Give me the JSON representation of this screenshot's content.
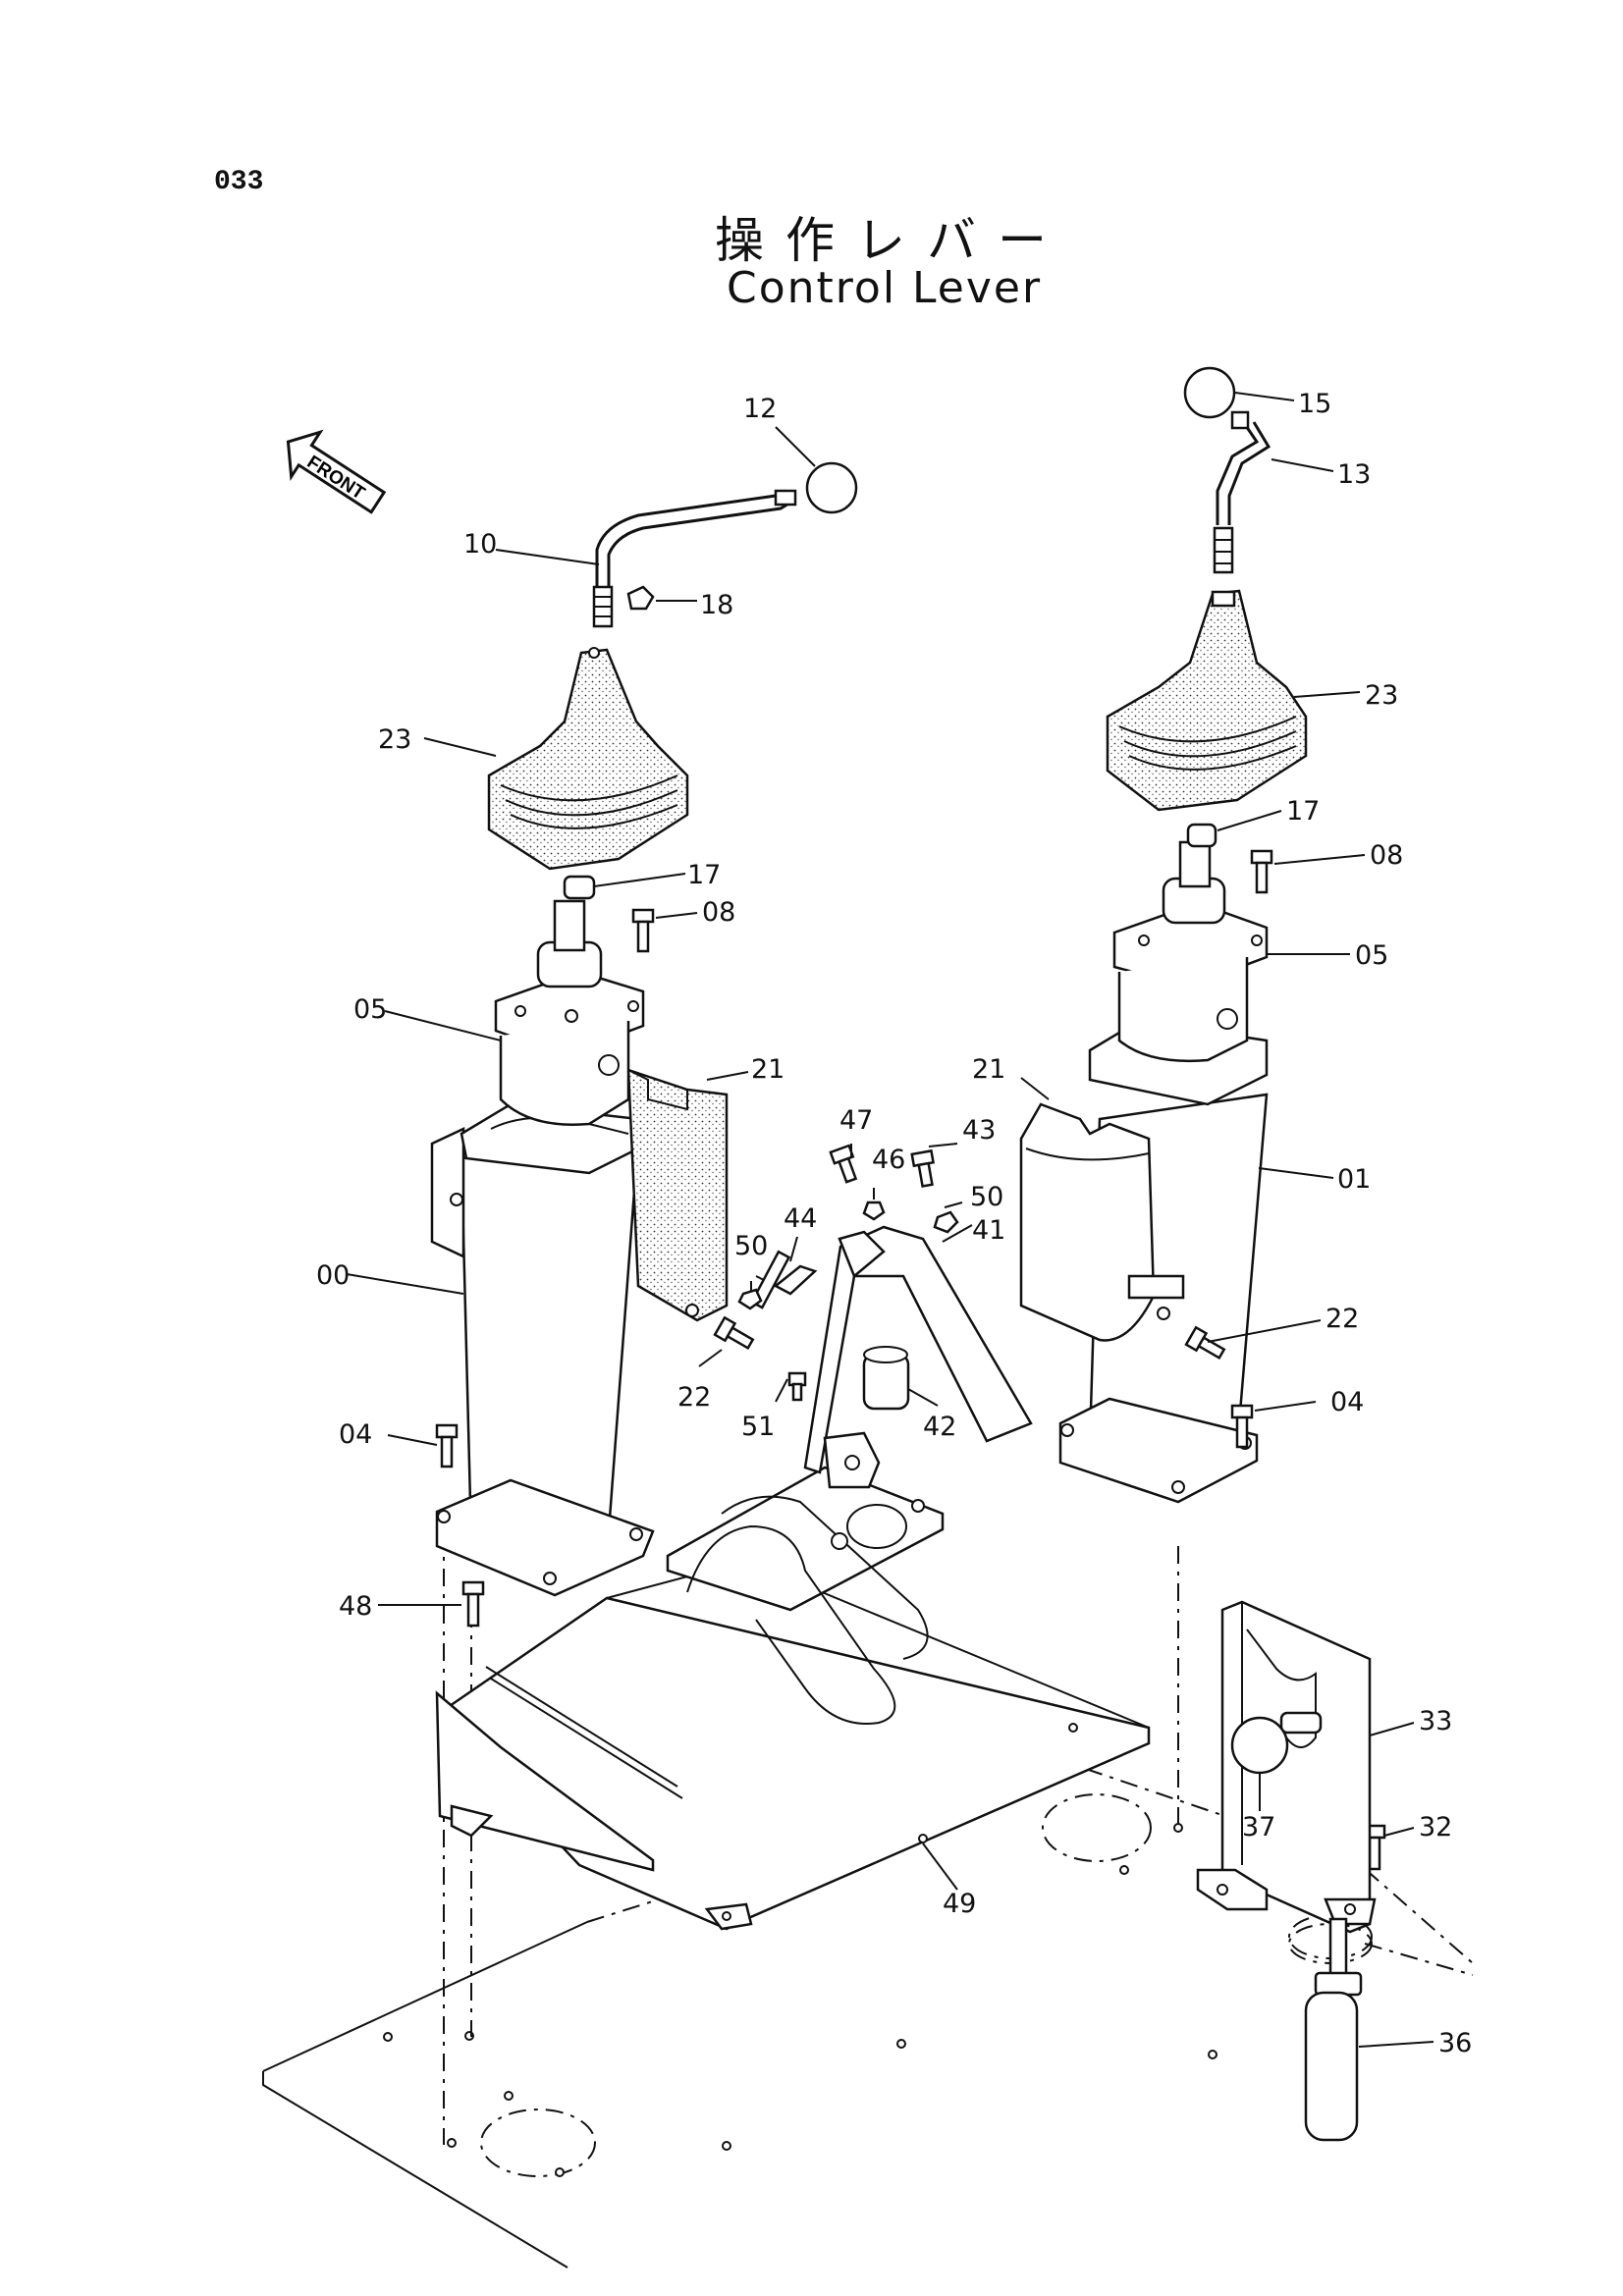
{
  "page": {
    "number": "033"
  },
  "title": {
    "japanese": "操作レバー",
    "english": "Control Lever"
  },
  "front_marker": "FRONT",
  "callouts": [
    {
      "id": "c12",
      "label": "12"
    },
    {
      "id": "c15",
      "label": "15"
    },
    {
      "id": "c13",
      "label": "13"
    },
    {
      "id": "c10",
      "label": "10"
    },
    {
      "id": "c18",
      "label": "18"
    },
    {
      "id": "c23a",
      "label": "23"
    },
    {
      "id": "c23b",
      "label": "23"
    },
    {
      "id": "c17a",
      "label": "17"
    },
    {
      "id": "c17b",
      "label": "17"
    },
    {
      "id": "c08a",
      "label": "08"
    },
    {
      "id": "c08b",
      "label": "08"
    },
    {
      "id": "c05a",
      "label": "05"
    },
    {
      "id": "c05b",
      "label": "05"
    },
    {
      "id": "c21a",
      "label": "21"
    },
    {
      "id": "c21b",
      "label": "21"
    },
    {
      "id": "c47",
      "label": "47"
    },
    {
      "id": "c43",
      "label": "43"
    },
    {
      "id": "c46",
      "label": "46"
    },
    {
      "id": "c01",
      "label": "01"
    },
    {
      "id": "c50a",
      "label": "50"
    },
    {
      "id": "c50b",
      "label": "50"
    },
    {
      "id": "c44",
      "label": "44"
    },
    {
      "id": "c41",
      "label": "41"
    },
    {
      "id": "c00",
      "label": "00"
    },
    {
      "id": "c22a",
      "label": "22"
    },
    {
      "id": "c22b",
      "label": "22"
    },
    {
      "id": "c51",
      "label": "51"
    },
    {
      "id": "c42",
      "label": "42"
    },
    {
      "id": "c04a",
      "label": "04"
    },
    {
      "id": "c04b",
      "label": "04"
    },
    {
      "id": "c48",
      "label": "48"
    },
    {
      "id": "c33",
      "label": "33"
    },
    {
      "id": "c37",
      "label": "37"
    },
    {
      "id": "c32",
      "label": "32"
    },
    {
      "id": "c49",
      "label": "49"
    },
    {
      "id": "c36",
      "label": "36"
    }
  ]
}
